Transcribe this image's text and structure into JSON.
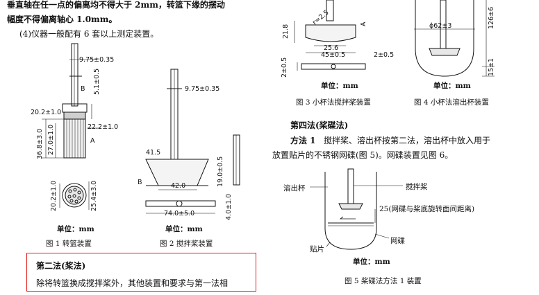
{
  "left_col": {
    "line1": "垂直轴在任一点的偏离均不得大于 2mm，转篮下缘的摆动",
    "line2": "幅度不得偏离轴心 1.0mm。",
    "line3": "(4)仪器一般配有 6 套以上测定装置。"
  },
  "fig1": {
    "labels": {
      "d975": "9.75±0.35",
      "B": "B",
      "d202": "20.2±1.0",
      "d51": "5.1±0.5",
      "d222": "22.2±1.0",
      "d368": "36.8±3.0",
      "d270": "27.0±1.0",
      "A": "A",
      "d202b": "20.2±1.0",
      "d254": "25.4±3.0"
    },
    "unit": "单位：mm",
    "caption": "图 1   转篮装置"
  },
  "fig2": {
    "labels": {
      "d975": "9.75±0.35",
      "d415": "41.5",
      "B": "B",
      "d420": "42.0",
      "d190": "19.0±0.5",
      "d740": "74.0±5.0",
      "d40": "4.0±1.0"
    },
    "unit": "单位：mm",
    "caption": "图 2   搅拌桨装置"
  },
  "section2": {
    "heading": "第二法(桨法)",
    "body": "除将转篮换成搅拌桨外，其他装置和要求与第一法相"
  },
  "fig3": {
    "labels": {
      "d218": "21.8",
      "r": "r=2.5",
      "A": "A",
      "d256": "25.6",
      "d45": "45±0.5",
      "d2": "2±0.5",
      "d2b": "2±0.5"
    },
    "unit": "单位：mm",
    "caption": "图 3   小杯法搅拌桨装置"
  },
  "fig4": {
    "labels": {
      "phi": "ϕ62±3",
      "d126": "126±6",
      "d15": "15±1"
    },
    "unit": "单位：mm",
    "caption": "图 4   小杯法溶出杯装置"
  },
  "section4": {
    "heading": "第四法(桨碟法)",
    "method_label": "方法 1",
    "line1": "搅拌桨、溶出杯按第二法，溶出杯中放入用于",
    "line2": "放置贴片的不锈钢网碟(图 5)。网碟装置见图 6。"
  },
  "fig5": {
    "labels": {
      "cup": "溶出杯",
      "paddle": "搅拌桨",
      "dist": "25(网碟与桨底旋转面间距离)",
      "patch": "贴片",
      "mesh": "网碟"
    },
    "unit": "单位：mm",
    "caption": "图 5   桨碟法方法 1 装置"
  }
}
